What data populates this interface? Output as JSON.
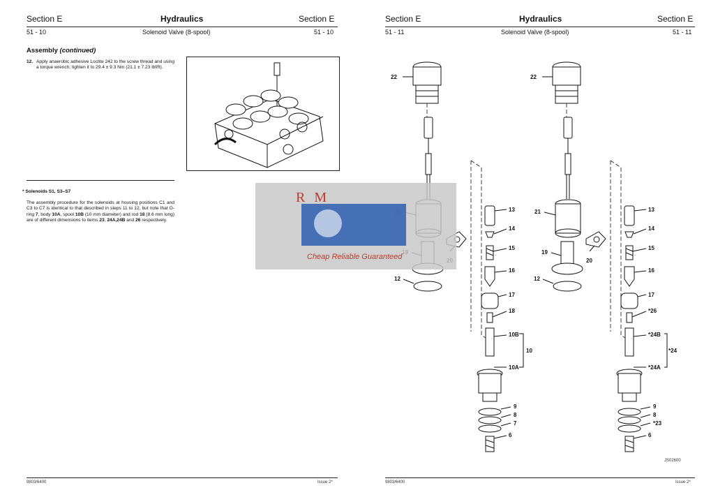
{
  "left": {
    "section_left": "Section E",
    "title": "Hydraulics",
    "section_right": "Section E",
    "page_left": "51 - 10",
    "subtitle": "Solenoid Valve (8-spool)",
    "page_right": "51 - 10",
    "heading_main": "Assembly ",
    "heading_cont": "(continued)",
    "step_num": "12.",
    "step_text": "Apply anaerobic adhesive Loctite 242 to the screw thread and using a torque wrench, tighten it to 29.4 ± 9.3 Nm (21.1 ± 7.23 lbf/ft).",
    "sol_heading": "Solenoids S1, S3–S7",
    "para_1": "The assembly procedure for the solenoids at housing positions C1 and C3 to C7 is identical to that described in steps 11 to 12, but note that O-ring ",
    "b7": "7",
    "para_2": ", body ",
    "b10a": "10A",
    "para_3": ", spool ",
    "b10b": "10B",
    "para_4": " (10 mm diameter) and rod ",
    "b18": "18",
    "para_5": " (8.6 mm long) are of different dimensions to items ",
    "b23": "23",
    "para_6": ", ",
    "b24": "24A,24B",
    "para_7": " and ",
    "b26": "26",
    "para_8": " respectively.",
    "footer_left": "9803/6400",
    "footer_right": "Issue 2*"
  },
  "right": {
    "section_left": "Section E",
    "title": "Hydraulics",
    "section_right": "Section E",
    "page_left": "51 - 11",
    "subtitle": "Solenoid Valve (8-spool)",
    "page_right": "51 - 11",
    "fig_code": "JS02600",
    "footer_left": "9803/6400",
    "footer_right": "Issue 2*"
  },
  "watermark": {
    "letters": "R  M",
    "tagline": "Cheap Reliable Guaranteed",
    "colors": {
      "blue": "#2d5fb0",
      "red": "#c0392b",
      "gray": "#c8c8c8"
    }
  },
  "callouts_a": {
    "c22": "22",
    "c21": "21",
    "c19": "19",
    "c12": "12",
    "c20": "20",
    "c13": "13",
    "c14": "14",
    "c15": "15",
    "c16": "16",
    "c17": "17",
    "c18": "18",
    "c10b": "10B",
    "c10": "10",
    "c10a": "10A",
    "c9": "9",
    "c8": "8",
    "c7": "7",
    "c6": "6"
  },
  "callouts_b": {
    "c22": "22",
    "c21": "21",
    "c19": "19",
    "c12": "12",
    "c20": "20",
    "c13": "13",
    "c14": "14",
    "c15": "15",
    "c16": "16",
    "c17": "17",
    "c26": "*26",
    "c24b": "*24B",
    "c24": "*24",
    "c24a": "*24A",
    "c9": "9",
    "c8": "8",
    "c23": "*23",
    "c6": "6"
  }
}
